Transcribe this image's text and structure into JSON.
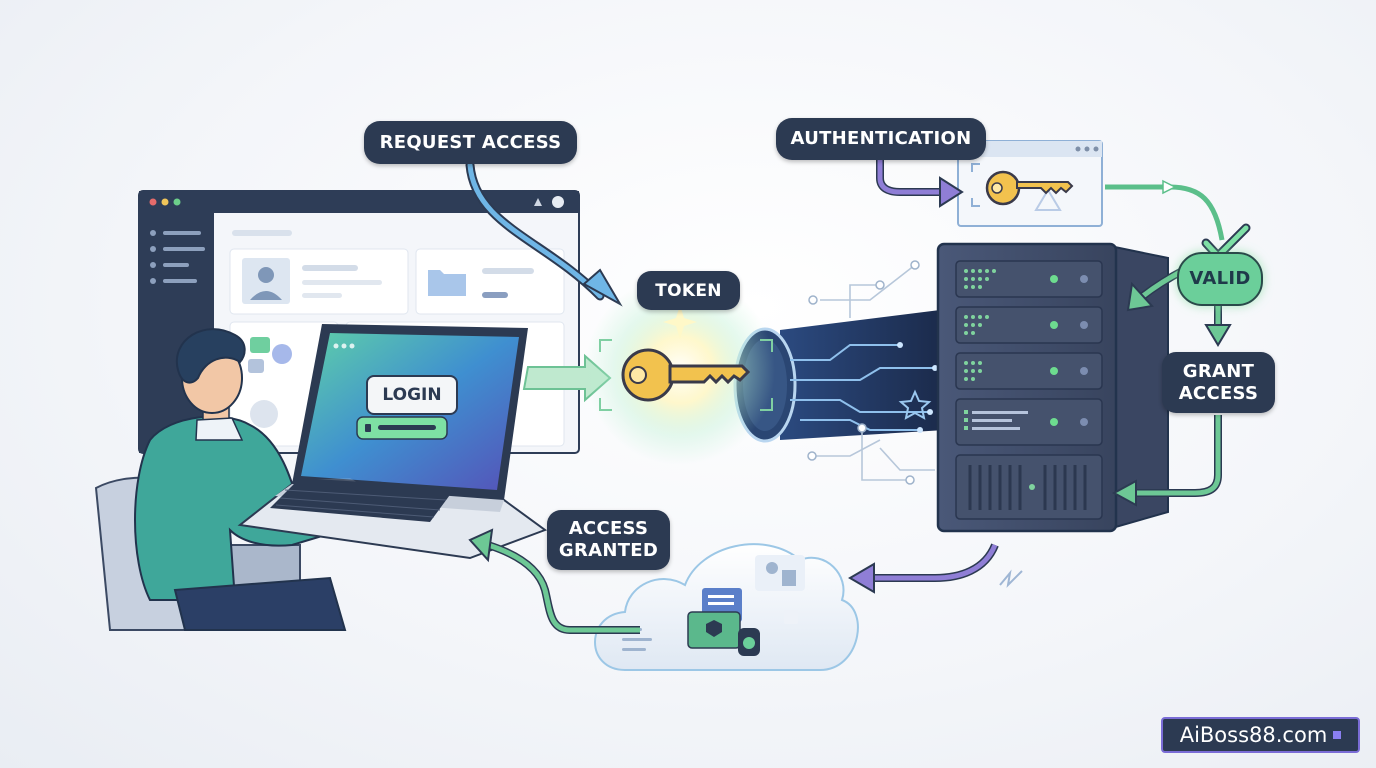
{
  "labels": {
    "request_access": "REQUEST ACCESS",
    "authentication": "AUTHENTICATION",
    "token": "TOKEN",
    "valid": "VALID",
    "grant_access": "GRANT ACCESS",
    "access_granted": "ACCESS GRANTED",
    "login": "LOGIN"
  },
  "watermark": "AiBoss88.com",
  "icons": {
    "user": "person-icon",
    "key": "key-icon",
    "server": "server-rack-icon",
    "cloud": "cloud-storage-icon",
    "check": "checkmark-icon",
    "folder": "folder-icon"
  },
  "colors": {
    "label_bg": "#2c3a52",
    "blue_arrow": "#5aa6dc",
    "purple_arrow": "#7d6ac8",
    "green_arrow": "#4cbf84",
    "key_gold": "#f2c24e"
  }
}
